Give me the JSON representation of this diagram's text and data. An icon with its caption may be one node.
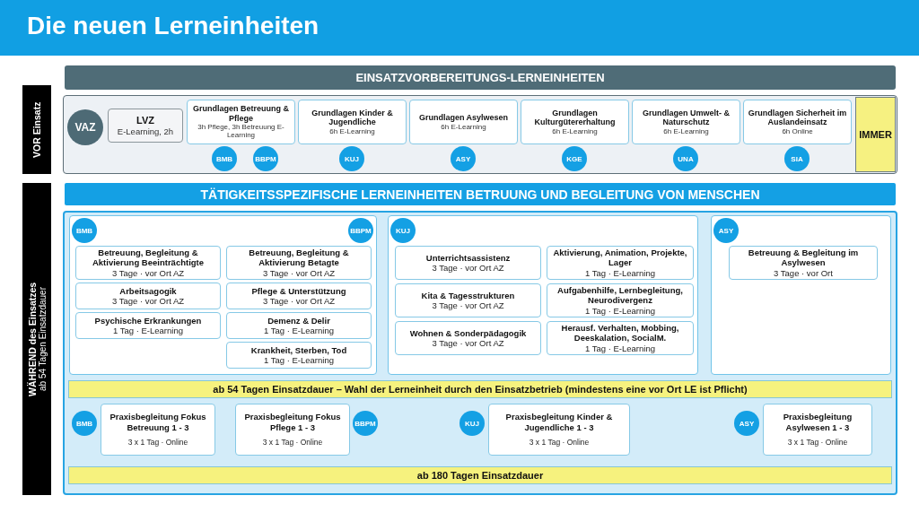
{
  "diagram": {
    "title": "Die neuen Lerneinheiten",
    "nodes": [
      {
        "text": [
          "VOR Einsatz"
        ]
      },
      {
        "text": [
          "EINSATZVORBEREITUNGS-LERNEINHEITEN"
        ]
      },
      {
        "text": [],
        "shape": "box"
      },
      {
        "text": [
          "VAZ"
        ],
        "in": 2
      },
      {
        "text": [
          "LVZ",
          "E-Learning, 2h"
        ],
        "in": 2
      },
      {
        "text": [
          "Grundlagen Betreuung & Pflege",
          "3h Pflege, 3h Betreuung E-Learning"
        ],
        "in": 2
      },
      {
        "text": [
          "BMB"
        ],
        "in": 2
      },
      {
        "text": [
          "BBPM"
        ],
        "in": 2
      },
      {
        "text": [
          "Grundlagen Kinder & Jugendliche",
          "6h E-Learning"
        ],
        "in": 2
      },
      {
        "text": [
          "KUJ"
        ],
        "in": 2
      },
      {
        "text": [
          "Grundlagen Asylwesen",
          "6h E-Learning"
        ],
        "in": 2
      },
      {
        "text": [
          "ASY"
        ],
        "in": 2
      },
      {
        "text": [
          "Grundlagen Kulturgütererhaltung",
          "6h E-Learning"
        ],
        "in": 2
      },
      {
        "text": [
          "KGE"
        ],
        "in": 2
      },
      {
        "text": [
          "Grundlagen Umwelt- & Naturschutz",
          "6h E-Learning"
        ],
        "in": 2
      },
      {
        "text": [
          "UNA"
        ],
        "in": 2
      },
      {
        "text": [
          "Grundlagen Sicherheit im Auslandeinsatz",
          "6h Online"
        ],
        "in": 2
      },
      {
        "text": [
          "SIA"
        ],
        "in": 2
      },
      {
        "text": [
          "IMMER"
        ],
        "in": 2
      },
      {
        "text": [
          "WÄHREND des Einsatzes",
          "ab 54 Tagen Einsatzdauer"
        ]
      },
      {
        "text": [
          "TÄTIGKEITSSPEZIFISCHE LERNEINHEITEN BETRUUNG UND BEGLEITUNG VON MENSCHEN"
        ]
      },
      {
        "text": [],
        "shape": "box"
      },
      {
        "text": [],
        "shape": "box",
        "in": 21
      },
      {
        "text": [
          "BMB"
        ],
        "in": 22
      },
      {
        "text": [
          "Betreuung, Begleitung & Aktivierung Beeinträchtigte",
          "3 Tage · vor Ort AZ"
        ],
        "in": 22
      },
      {
        "text": [
          "Arbeitsagogik",
          "3 Tage · vor Ort AZ"
        ],
        "in": 22
      },
      {
        "text": [
          "Psychische Erkrankungen",
          "1 Tag · E-Learning"
        ],
        "in": 22
      },
      {
        "text": [
          "BBPM"
        ],
        "in": 22
      },
      {
        "text": [
          "Betreuung, Begleitung & Aktivierung Betagte",
          "3 Tage · vor Ort AZ"
        ],
        "in": 22
      },
      {
        "text": [
          "Pflege & Unterstützung",
          "3 Tage · vor Ort AZ"
        ],
        "in": 22
      },
      {
        "text": [
          "Demenz & Delir",
          "1 Tag · E-Learning"
        ],
        "in": 22
      },
      {
        "text": [
          "Krankheit, Sterben, Tod",
          "1 Tag · E-Learning"
        ],
        "in": 22
      },
      {
        "text": [],
        "shape": "box",
        "in": 21
      },
      {
        "text": [
          "KUJ"
        ],
        "in": 32
      },
      {
        "text": [
          "Unterrichtsassistenz",
          "3 Tage · vor Ort AZ"
        ],
        "in": 32
      },
      {
        "text": [
          "Kita & Tagesstrukturen",
          "3 Tage · vor Ort AZ"
        ],
        "in": 32
      },
      {
        "text": [
          "Wohnen & Sonderpädagogik",
          "3 Tage · vor Ort AZ"
        ],
        "in": 32
      },
      {
        "text": [
          "Aktivierung, Animation, Projekte, Lager",
          "1 Tag · E-Learning"
        ],
        "in": 32
      },
      {
        "text": [
          "Aufgabenhilfe, Lernbegleitung, Neurodivergenz",
          "1 Tag · E-Learning"
        ],
        "in": 32
      },
      {
        "text": [
          "Herausf. Verhalten, Mobbing, Deeskalation, SocialM.",
          "1 Tag · E-Learning"
        ],
        "in": 32
      },
      {
        "text": [],
        "shape": "box",
        "in": 21
      },
      {
        "text": [
          "ASY"
        ],
        "in": 40
      },
      {
        "text": [
          "Betreuung & Begleitung im Asylwesen",
          "3 Tage · vor Ort"
        ],
        "in": 40
      },
      {
        "text": [
          "ab 54 Tagen Einsatzdauer – Wahl der Lerneinheit durch den Einsatzbetrieb (mindestens eine vor Ort LE ist Pflicht)"
        ],
        "in": 21
      },
      {
        "text": [
          "BMB"
        ],
        "in": 21
      },
      {
        "text": [
          "Praxisbegleitung Fokus Betreuung 1 - 3",
          "3 x 1 Tag · Online"
        ],
        "in": 21
      },
      {
        "text": [
          "Praxisbegleitung Fokus Pflege 1 - 3",
          "3 x 1 Tag · Online"
        ],
        "in": 21
      },
      {
        "text": [
          "BBPM"
        ],
        "in": 21
      },
      {
        "text": [
          "KUJ"
        ],
        "in": 21
      },
      {
        "text": [
          "Praxisbegleitung Kinder & Jugendliche 1 - 3",
          "3 x 1 Tag · Online"
        ],
        "in": 21
      },
      {
        "text": [
          "ASY"
        ],
        "in": 21
      },
      {
        "text": [
          "Praxisbegleitung Asylwesen 1 - 3",
          "3 x 1 Tag · Online"
        ],
        "in": 21
      },
      {
        "text": [
          "ab 180 Tagen Einsatzdauer"
        ],
        "in": 21
      }
    ]
  }
}
